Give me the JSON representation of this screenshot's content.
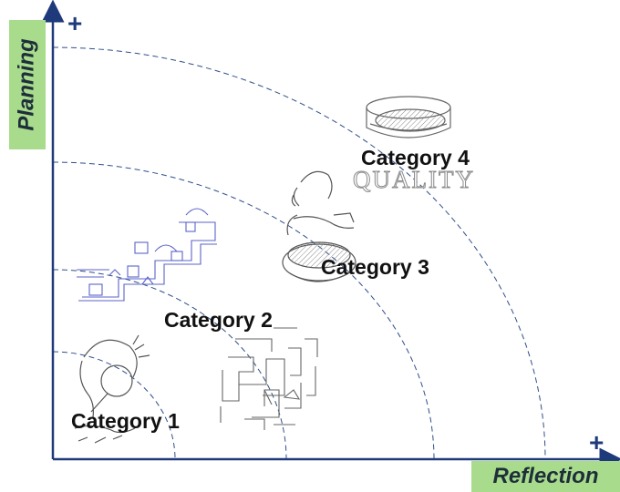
{
  "axes": {
    "y_label": "Planning",
    "x_label": "Reflection",
    "y_plus": "+",
    "x_plus": "+"
  },
  "categories": [
    {
      "label": "Category 1",
      "illustration": "person-with-magnifying-glass"
    },
    {
      "label": "Category 2",
      "illustration": "staircase-blueprint-and-maze"
    },
    {
      "label": "Category 3",
      "illustration": "person-examining-sieve"
    },
    {
      "label": "Category 4",
      "illustration": "sieve-with-quality-text"
    }
  ],
  "illustration_text": {
    "quality": "QUALITY"
  },
  "colors": {
    "label_background": "#a8dc8c",
    "axis_line": "#1f3a7a",
    "arc_line": "#2e4f8a",
    "blueprint": "#5b63c8"
  }
}
